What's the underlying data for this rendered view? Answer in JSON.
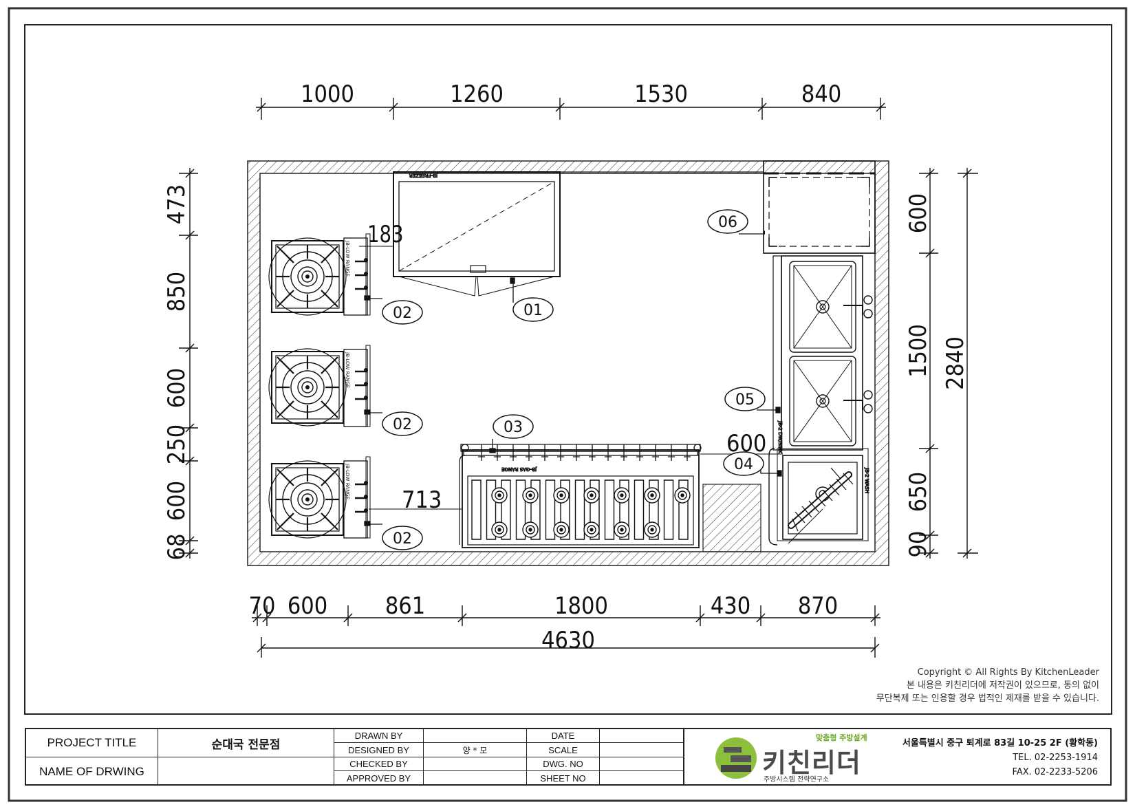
{
  "dimensions": {
    "top": [
      "1000",
      "1260",
      "1530",
      "840"
    ],
    "left": [
      "473",
      "850",
      "600",
      "250",
      "600",
      "68"
    ],
    "right": [
      "600",
      "1500",
      "650",
      "90"
    ],
    "right_total": "2840",
    "bottom": [
      "70",
      "600",
      "861",
      "1800",
      "430",
      "870"
    ],
    "bottom_total": "4630",
    "inner": [
      "183",
      "713",
      "600"
    ]
  },
  "tags": [
    "01",
    "02",
    "02",
    "02",
    "03",
    "04",
    "05",
    "06"
  ],
  "equipment_labels": {
    "freezer": "JB-FREEZER",
    "low_range": "JB-LOW RANGE",
    "gas_range": "JB-GAS RANGE",
    "sink": "JB-2 DW/SINK",
    "wash": "JB-2 WASH"
  },
  "copyright": {
    "line1": "Copyright © All Rights By KitchenLeader",
    "line2": "본 내용은 키친리더에 저작권이 있으므로, 동의 없이",
    "line3": "무단복제 또는 인용할 경우 법적인 제재를 받을 수 있습니다."
  },
  "title_block": {
    "project_title_label": "PROJECT TITLE",
    "project_title_value": "순대국 전문점",
    "name_of_drawing_label": "NAME OF DRWING",
    "name_of_drawing_value": "",
    "drawn_by_label": "DRAWN BY",
    "designed_by_label": "DESIGNED BY",
    "designed_by_value": "양 * 모",
    "checked_by_label": "CHECKED BY",
    "approved_by_label": "APPROVED BY",
    "date_label": "DATE",
    "scale_label": "SCALE",
    "dwg_no_label": "DWG. NO",
    "sheet_no_label": "SHEET NO",
    "logo_text": "키친리더",
    "logo_tagline_top": "맞춤형 주방설계",
    "logo_tagline_bottom": "주방시스템 전략연구소",
    "address": "서울특별시 중구 퇴계로 83길 10-25 2F (황학동)",
    "tel": "TEL. 02-2253-1914",
    "fax": "FAX. 02-2233-5206"
  }
}
